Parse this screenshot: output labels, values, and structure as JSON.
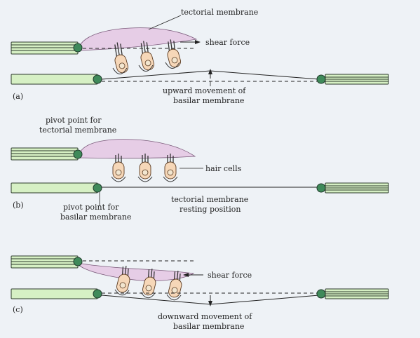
{
  "panels": {
    "a": {
      "letter": "(a)",
      "tectorial_label": "tectorial membrane",
      "shear_label": "shear force",
      "movement_label_line1": "upward movement of",
      "movement_label_line2": "basilar membrane"
    },
    "b": {
      "letter": "(b)",
      "pivot_tectorial_line1": "pivot point for",
      "pivot_tectorial_line2": "tectorial membrane",
      "hair_cells_label": "hair cells",
      "pivot_basilar_line1": "pivot point for",
      "pivot_basilar_line2": "basilar membrane",
      "resting_line1": "tectorial membrane",
      "resting_line2": "resting position"
    },
    "c": {
      "letter": "(c)",
      "shear_label": "shear force",
      "movement_label_line1": "downward movement of",
      "movement_label_line2": "basilar membrane"
    }
  },
  "colors": {
    "background": "#eef2f6",
    "basilar_rod": "#d6f0c4",
    "tectorial_membrane": "#e6cde6",
    "pivot": "#3f8a5a",
    "hair_cell": "#f6d7b8"
  }
}
